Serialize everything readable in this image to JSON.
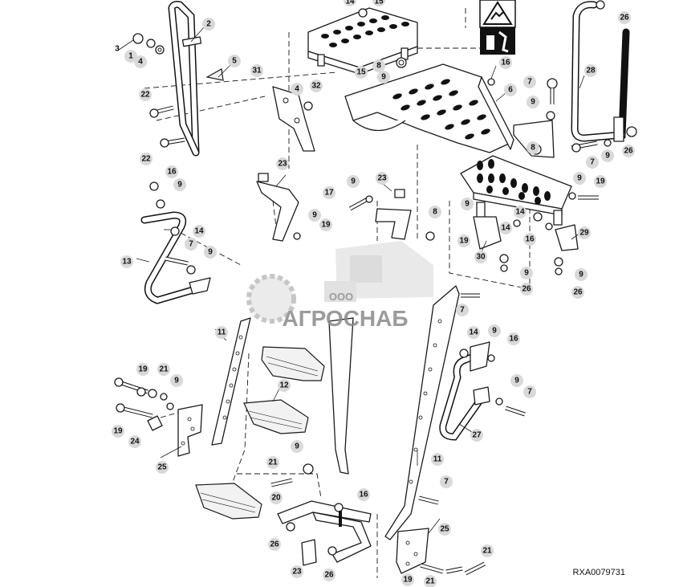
{
  "figure": {
    "ref_code": "RXA0079731"
  },
  "watermark": {
    "line1": "ООО",
    "line2": "АГРОСНАБ"
  },
  "callouts": [
    {
      "id": "c1",
      "label": "1"
    },
    {
      "id": "c2",
      "label": "2"
    },
    {
      "id": "c3",
      "label": "3"
    },
    {
      "id": "c4",
      "label": "4"
    },
    {
      "id": "c5",
      "label": "5"
    },
    {
      "id": "c6",
      "label": "6"
    },
    {
      "id": "c7",
      "label": "7"
    },
    {
      "id": "c8",
      "label": "8"
    },
    {
      "id": "c9",
      "label": "9"
    },
    {
      "id": "c11",
      "label": "11"
    },
    {
      "id": "c12",
      "label": "12"
    },
    {
      "id": "c13",
      "label": "13"
    },
    {
      "id": "c14",
      "label": "14"
    },
    {
      "id": "c15",
      "label": "15"
    },
    {
      "id": "c16",
      "label": "16"
    },
    {
      "id": "c17",
      "label": "17"
    },
    {
      "id": "c19",
      "label": "19"
    },
    {
      "id": "c20",
      "label": "20"
    },
    {
      "id": "c21",
      "label": "21"
    },
    {
      "id": "c22",
      "label": "22"
    },
    {
      "id": "c23",
      "label": "23"
    },
    {
      "id": "c24",
      "label": "24"
    },
    {
      "id": "c25",
      "label": "25"
    },
    {
      "id": "c26",
      "label": "26"
    },
    {
      "id": "c27",
      "label": "27"
    },
    {
      "id": "c28",
      "label": "28"
    },
    {
      "id": "c29",
      "label": "29"
    },
    {
      "id": "c30",
      "label": "30"
    },
    {
      "id": "c31",
      "label": "31"
    },
    {
      "id": "c32",
      "label": "32"
    }
  ]
}
